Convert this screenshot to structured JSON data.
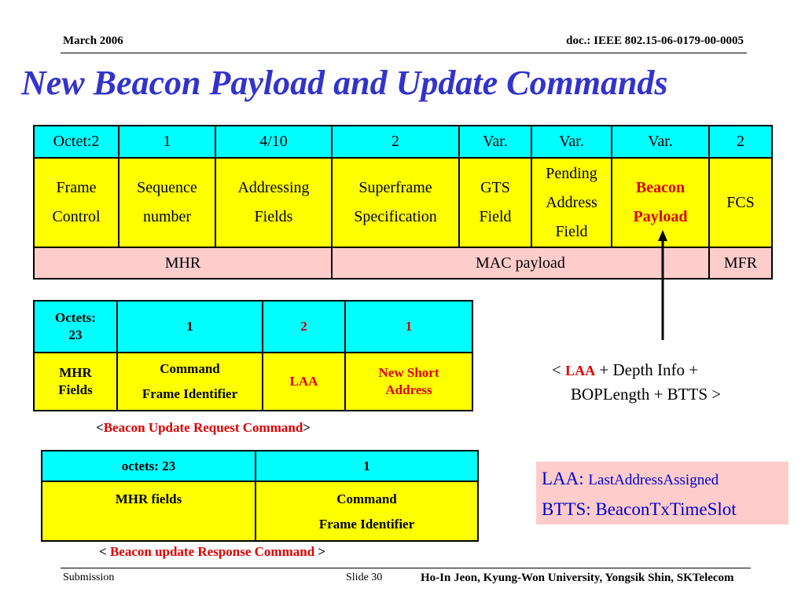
{
  "header": {
    "date": "March 2006",
    "doc": "doc.: IEEE 802.15-06-0179-00-0005"
  },
  "title": "New Beacon Payload and Update Commands",
  "frame_table": {
    "octets": [
      "Octet:2",
      "1",
      "4/10",
      "2",
      "Var.",
      "Var.",
      "Var.",
      "2"
    ],
    "fields": [
      [
        "Frame",
        "Control"
      ],
      [
        "Sequence",
        "number"
      ],
      [
        "Addressing",
        "Fields"
      ],
      [
        "Superframe",
        "Specification"
      ],
      [
        "GTS",
        "Field"
      ],
      [
        "Pending",
        "Address",
        "Field"
      ],
      [
        "Beacon",
        "Payload"
      ],
      [
        "FCS"
      ]
    ],
    "parts": [
      "MHR",
      "MAC payload",
      "MFR"
    ]
  },
  "request_table": {
    "octets": [
      "Octets:",
      "23",
      "1",
      "2",
      "1"
    ],
    "fields": {
      "mhr": [
        "MHR",
        "Fields"
      ],
      "cmd": [
        "Command",
        "Frame Identifier"
      ],
      "laa": "LAA",
      "nsa": [
        "New Short",
        "Address"
      ]
    },
    "caption": {
      "open": "<",
      "text": "Beacon Update Request Command",
      "close": ">"
    }
  },
  "response_table": {
    "octets": [
      "octets: 23",
      "1"
    ],
    "fields": {
      "mhr": "MHR fields",
      "cmd": [
        "Command",
        "Frame Identifier"
      ]
    },
    "caption": {
      "open": "< ",
      "text": "Beacon update Response Command",
      "close": " >"
    }
  },
  "payload_formula": {
    "open": "< ",
    "laa": "LAA",
    "rest1": " + Depth Info +",
    "rest2": "BOPLength + BTTS >"
  },
  "legend": {
    "laa_key": "LAA: ",
    "laa_val": "LastAddressAssigned",
    "btts": "BTTS: BeaconTxTimeSlot"
  },
  "footer": {
    "left": "Submission",
    "slide": "Slide 30",
    "authors": "Ho-In Jeon, Kyung-Won University, Yongsik Shin, SKTelecom"
  },
  "colors": {
    "title": "#3333cc",
    "header_row": "#00ffff",
    "field_row": "#ffff00",
    "part_row": "#ffcccc",
    "highlight": "#dd0000",
    "legend_text": "#0000cc"
  }
}
